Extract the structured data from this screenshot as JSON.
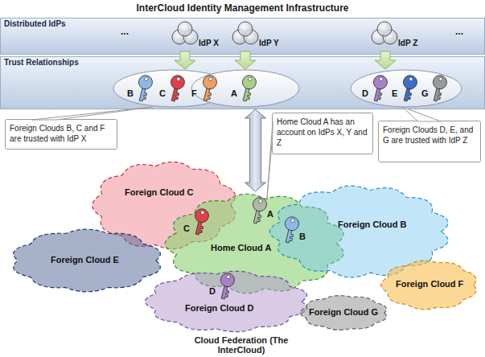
{
  "diagram": {
    "title": "InterCloud Identity Management Infrastructure",
    "caption": "Cloud Federation (The InterCloud)",
    "nodes": [
      {
        "text": [
          "Distributed IdPs"
        ]
      },
      {
        "text": [
          "IdP X"
        ],
        "in": 0
      },
      {
        "text": [
          "IdP Y"
        ],
        "in": 0
      },
      {
        "text": [
          "IdP Z"
        ],
        "in": 0
      },
      {
        "text": [
          "Trust Relationships"
        ]
      },
      {
        "text": [
          "B",
          "C",
          "F"
        ],
        "in": 4
      },
      {
        "text": [
          "A"
        ],
        "in": 4
      },
      {
        "text": [
          "D",
          "E",
          "G"
        ],
        "in": 4
      },
      {
        "text": [
          "Foreign Clouds B, C and F are trusted with IdP X"
        ]
      },
      {
        "text": [
          "Home Cloud A has an account on IdPs X, Y and Z"
        ]
      },
      {
        "text": [
          "Foreign Clouds D, E, and G are trusted with IdP Z"
        ]
      },
      {
        "text": [
          "Foreign Cloud C"
        ]
      },
      {
        "text": [
          "Foreign Cloud E"
        ]
      },
      {
        "text": [
          "C",
          "A",
          "B",
          "Home Cloud A",
          "D"
        ]
      },
      {
        "text": [
          "Foreign Cloud B"
        ]
      },
      {
        "text": [
          "Foreign Cloud F"
        ]
      },
      {
        "text": [
          "Foreign Cloud D"
        ]
      },
      {
        "text": [
          "Foreign Cloud G"
        ]
      }
    ],
    "edges": [
      {
        "from": 1,
        "to": 5,
        "arrow": "to"
      },
      {
        "from": 2,
        "to": 6,
        "arrow": "to"
      },
      {
        "from": 3,
        "to": 7,
        "arrow": "to"
      },
      {
        "from": 4,
        "to": 13,
        "arrow": "both"
      }
    ],
    "labels": [
      "...",
      "..."
    ]
  }
}
